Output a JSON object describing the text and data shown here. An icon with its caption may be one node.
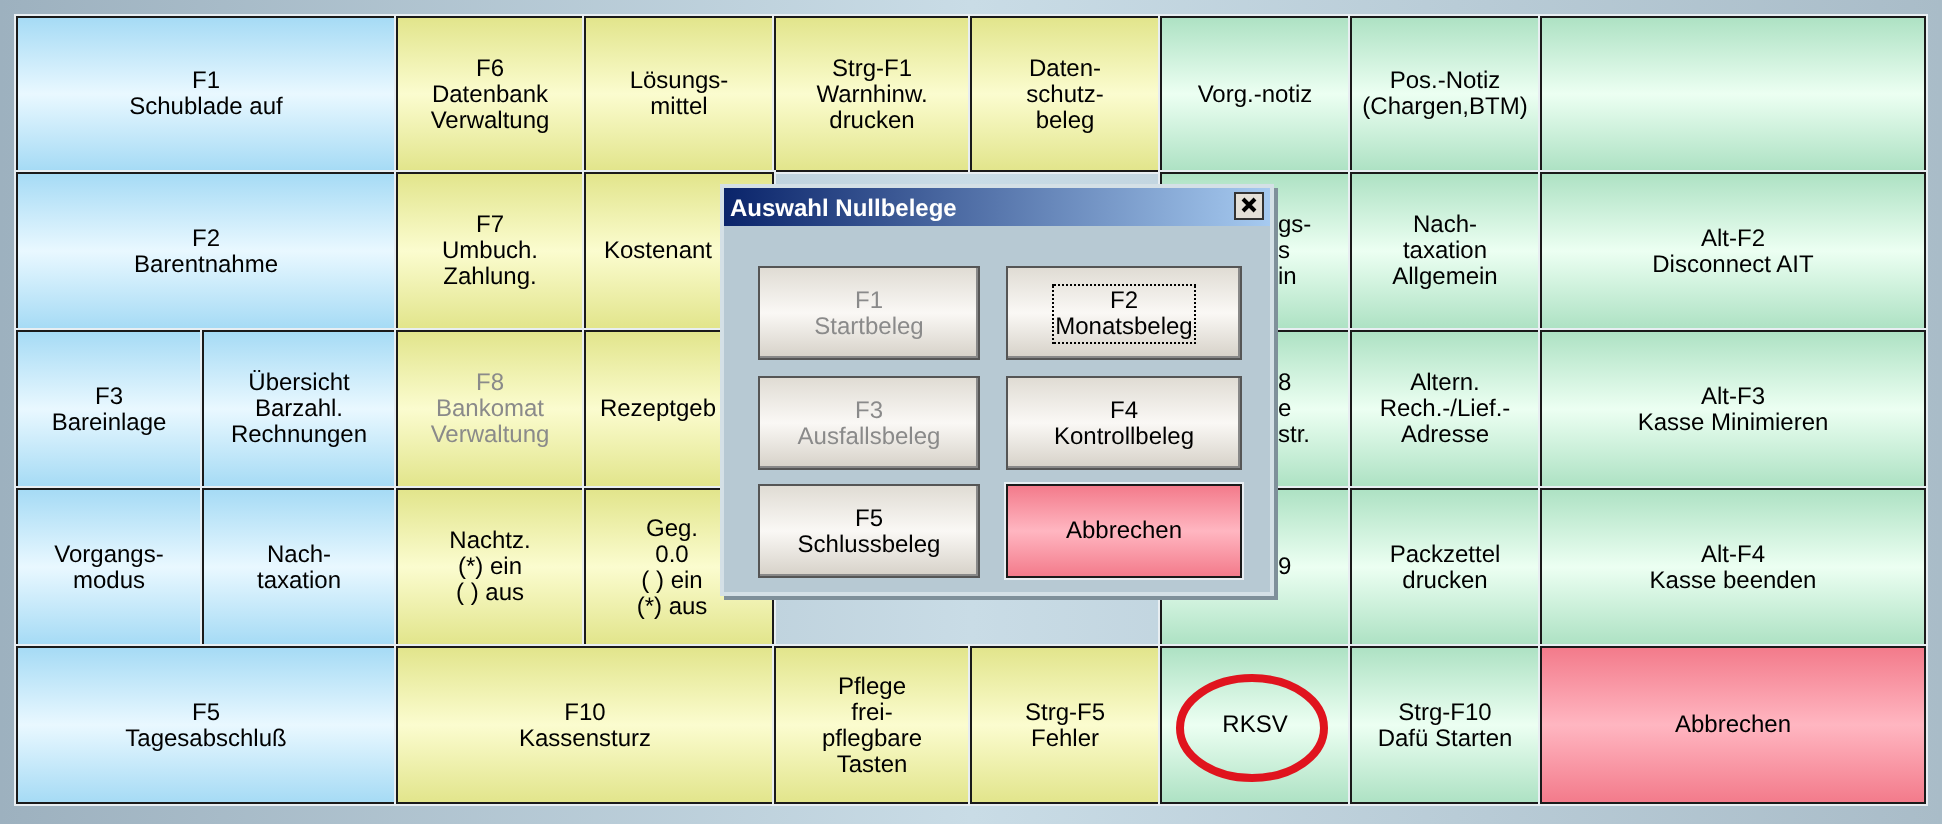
{
  "diagram": {
    "nodes": [
      {
        "text": [
          "F1 Schublade auf"
        ]
      },
      {
        "text": [
          "F6 Datenbank Verwaltung"
        ]
      },
      {
        "text": [
          "Lösungs- mittel"
        ]
      },
      {
        "text": [
          "Strg-F1 Warnhinw. drucken"
        ]
      },
      {
        "text": [
          "Daten- schutz- beleg"
        ]
      },
      {
        "text": [
          "Vorg.-notiz"
        ]
      },
      {
        "text": [
          "Pos.-Notiz (Chargen,BTM)"
        ]
      },
      {
        "text": [],
        "shape": "box"
      },
      {
        "text": [
          "F2 Barentnahme"
        ]
      },
      {
        "text": [
          "F7 Umbuch. Zahlung."
        ]
      },
      {
        "text": [
          "Kostenant"
        ]
      },
      {
        "text": [
          "gs- s in"
        ]
      },
      {
        "text": [
          "Nach- taxation Allgemein"
        ]
      },
      {
        "text": [
          "Alt-F2 Disconnect AIT"
        ]
      },
      {
        "text": [
          "F3 Bareinlage"
        ]
      },
      {
        "text": [
          "Übersicht Barzahl. Rechnungen"
        ]
      },
      {
        "text": [
          "F8 Bankomat Verwaltung"
        ]
      },
      {
        "text": [
          "Rezeptgeb"
        ]
      },
      {
        "text": [
          "8 e str."
        ]
      },
      {
        "text": [
          "Altern. Rech.-/Lief.- Adresse"
        ]
      },
      {
        "text": [
          "Alt-F3 Kasse Minimieren"
        ]
      },
      {
        "text": [
          "Vorgangs- modus"
        ]
      },
      {
        "text": [
          "Nach- taxation"
        ]
      },
      {
        "text": [
          "Nachtz. (*) ein ( ) aus"
        ]
      },
      {
        "text": [
          "Geg. 0.0 ( ) ein (*) aus"
        ]
      },
      {
        "text": [
          "9"
        ]
      },
      {
        "text": [
          "Packzettel drucken"
        ]
      },
      {
        "text": [
          "Alt-F4 Kasse beenden"
        ]
      },
      {
        "text": [
          "F5 Tagesabschluß"
        ]
      },
      {
        "text": [
          "F10 Kassensturz"
        ]
      },
      {
        "text": [
          "Pflege frei- pflegbare Tasten"
        ]
      },
      {
        "text": [
          "Strg-F5 Fehler"
        ]
      },
      {
        "text": [
          "RKSV"
        ]
      },
      {
        "text": [
          "Strg-F10 Dafü Starten"
        ]
      },
      {
        "text": [
          "Abbrechen"
        ]
      },
      {
        "text": [
          "Auswahl Nullbelege"
        ]
      },
      {
        "text": [
          "F1 Startbeleg"
        ],
        "in": 35
      },
      {
        "text": [
          "F2 Monatsbeleg"
        ],
        "in": 35
      },
      {
        "text": [
          "F3 Ausfallsbeleg"
        ],
        "in": 35
      },
      {
        "text": [
          "F4 Kontrollbeleg"
        ],
        "in": 35
      },
      {
        "text": [
          "F5 Schlussbeleg"
        ],
        "in": 35
      },
      {
        "text": [
          "Abbrechen"
        ],
        "in": 35
      }
    ]
  }
}
